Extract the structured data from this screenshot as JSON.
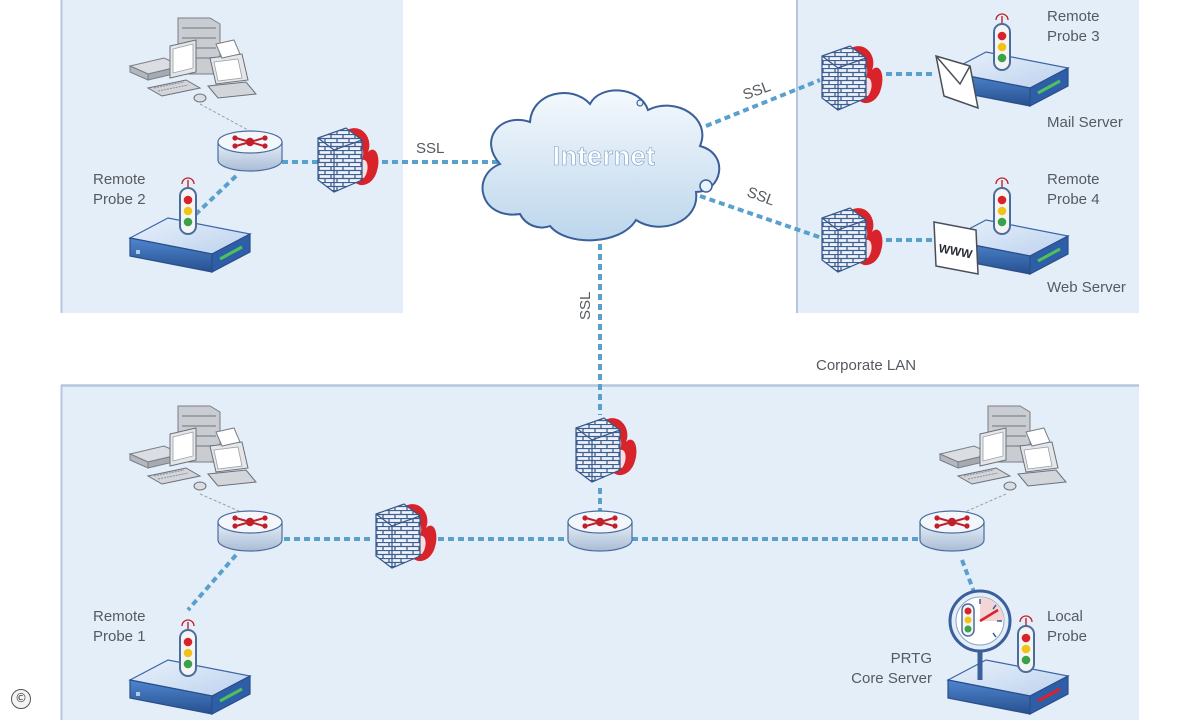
{
  "cloud_label": "Internet",
  "ssl_label": "SSL",
  "zones": {
    "corporate_lan": "Corporate LAN"
  },
  "probes": {
    "remote_probe_1": "Remote\nProbe 1",
    "remote_probe_2": "Remote\nProbe 2",
    "remote_probe_3": "Remote\nProbe 3",
    "remote_probe_4": "Remote\nProbe 4",
    "local_probe": "Local\nProbe"
  },
  "servers": {
    "mail_server": "Mail Server",
    "web_server": "Web Server",
    "prtg_core_server": "PRTG\nCore Server",
    "www_sign": "WWW"
  },
  "copyright_symbol": "©",
  "colors": {
    "zone_fill": "#e4eef8",
    "zone_border": "#b5c7de",
    "link": "#5aa0cd",
    "firewall_flame": "#d8232a",
    "device_blue": "#4a78c2"
  }
}
